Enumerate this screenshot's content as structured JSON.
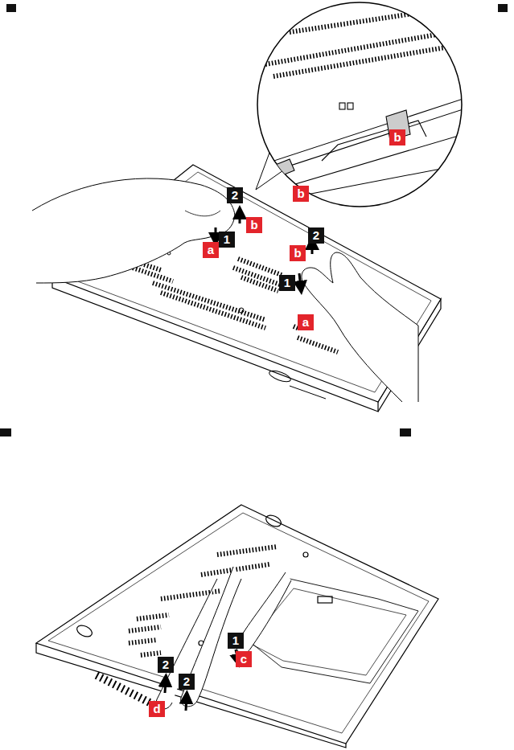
{
  "diagram": {
    "labels": [
      "b",
      "b",
      "2",
      "b",
      "1",
      "a",
      "2",
      "b",
      "1",
      "a",
      "1",
      "c",
      "2",
      "2",
      "d"
    ]
  }
}
